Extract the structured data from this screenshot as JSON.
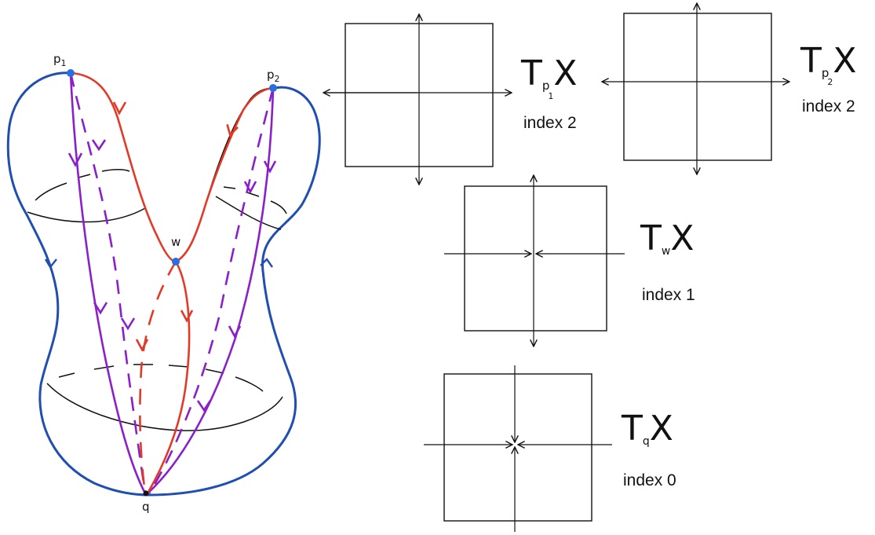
{
  "surface": {
    "points": {
      "p1": "p",
      "p1_sub": "1",
      "p2": "p",
      "p2_sub": "2",
      "w": "w",
      "q": "q"
    },
    "colors": {
      "surface": "#1f4fb0",
      "flow_purple": "#8b1fc9",
      "flow_red": "#e23a26",
      "point": "#2a6fe0",
      "ink": "#111111"
    }
  },
  "panels": [
    {
      "id": "p1",
      "label_T": "T",
      "label_p": "p",
      "label_sub": "1",
      "label_X": "X",
      "index_text": "index 2",
      "arrows": "outward"
    },
    {
      "id": "p2",
      "label_T": "T",
      "label_p": "p",
      "label_sub": "2",
      "label_X": "X",
      "index_text": "index 2",
      "arrows": "outward"
    },
    {
      "id": "w",
      "label_T": "T",
      "label_p": "w",
      "label_sub": "",
      "label_X": "X",
      "index_text": "index 1",
      "arrows": "vertical-out-horizontal-in"
    },
    {
      "id": "q",
      "label_T": "T",
      "label_p": "q",
      "label_sub": "",
      "label_X": "X",
      "index_text": "index 0",
      "arrows": "inward"
    }
  ]
}
